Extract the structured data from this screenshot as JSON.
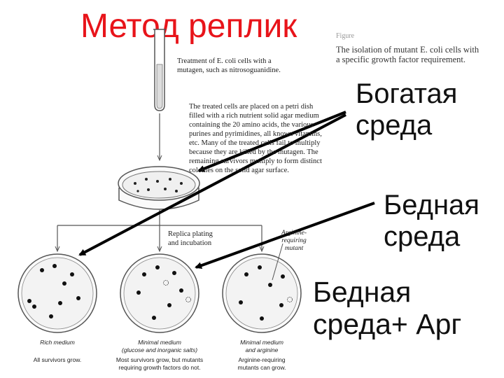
{
  "title": "Метод реплик",
  "labels": {
    "rich_medium": [
      "Богатая",
      "среда"
    ],
    "poor_medium": [
      "Бедная",
      "среда"
    ],
    "poor_medium_arg": [
      "Бедная",
      "среда+ Арг"
    ]
  },
  "figure": {
    "figure_label": "Figure",
    "title_lines": [
      "The isolation of mutant E. coli cells with",
      "a specific growth factor requirement."
    ],
    "step1_lines": [
      "Treatment of E. coli cells with a",
      "mutagen, such as nitrosoguanidine."
    ],
    "step2_lines": [
      "The treated cells are placed on a petri dish",
      "filled with a rich nutrient solid agar medium",
      "containing the 20 amino acids, the various",
      "purines and pyrimidines, all known vitamins,",
      "etc. Many of the treated cells fail to multiply",
      "because they are killed by the mutagen. The",
      "remaining survivors multiply to form distinct",
      "colonies on the solid agar surface."
    ],
    "replica_lines": [
      "Replica plating",
      "and incubation"
    ],
    "mutant_lines": [
      "Arginine-",
      "requiring",
      "mutant"
    ],
    "plates": [
      {
        "name_lines": [
          "Rich medium"
        ],
        "result_lines": [
          "All survivors grow."
        ]
      },
      {
        "name_lines": [
          "Minimal medium",
          "(glucose and inorganic salts)"
        ],
        "result_lines": [
          "Most survivors grow, but mutants",
          "requiring growth factors do not."
        ]
      },
      {
        "name_lines": [
          "Minimal medium",
          "and arginine"
        ],
        "result_lines": [
          "Arginine-requiring",
          "mutants can grow."
        ]
      }
    ]
  },
  "colors": {
    "title": "#e8141a",
    "arrow": "#000000",
    "text": "#111111"
  }
}
